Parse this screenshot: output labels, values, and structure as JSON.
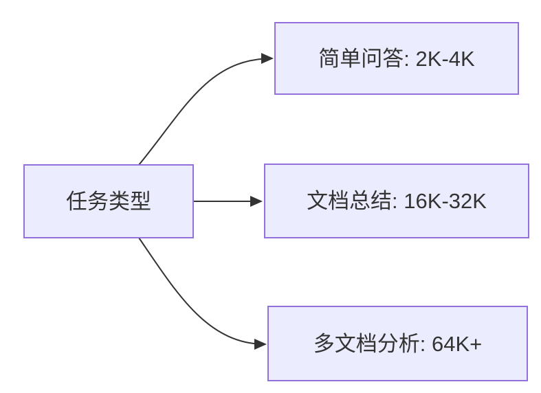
{
  "diagram": {
    "type": "flowchart",
    "direction": "left-to-right",
    "colors": {
      "background": "#ffffff",
      "node_fill": "#ECECFF",
      "node_stroke": "#9370DB",
      "edge_color": "#333333",
      "text_color": "#333333"
    },
    "nodes": [
      {
        "id": "task-type",
        "label": "任务类型"
      },
      {
        "id": "simple-qa",
        "label": "简单问答: 2K-4K"
      },
      {
        "id": "doc-summary",
        "label": "文档总结: 16K-32K"
      },
      {
        "id": "multi-doc",
        "label": "多文档分析: 64K+"
      }
    ],
    "edges": [
      {
        "from": "任务类型",
        "to": "简单问答: 2K-4K"
      },
      {
        "from": "任务类型",
        "to": "文档总结: 16K-32K"
      },
      {
        "from": "任务类型",
        "to": "多文档分析: 64K+"
      }
    ]
  }
}
